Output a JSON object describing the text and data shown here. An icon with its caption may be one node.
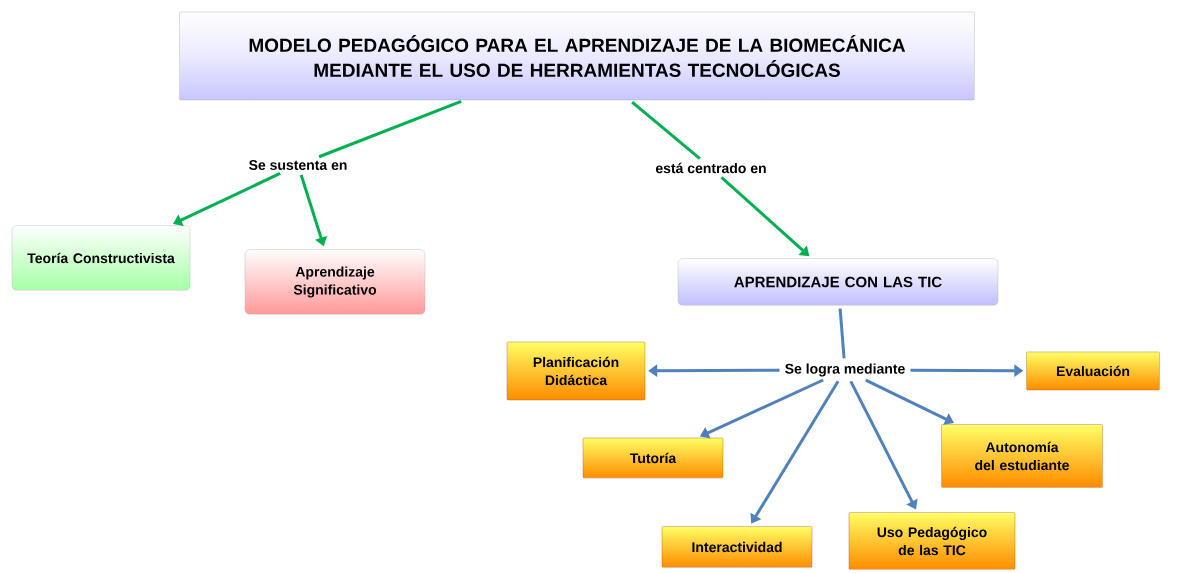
{
  "diagram": {
    "nodes": [
      {
        "text": [
          "MODELO PEDAGÓGICO PARA EL APRENDIZAJE DE LA BIOMECÁNICA MEDIANTE EL USO DE HERRAMIENTAS TECNOLÓGICAS"
        ]
      },
      {
        "text": [
          "Se sustenta en"
        ]
      },
      {
        "text": [
          "está centrado en"
        ]
      },
      {
        "text": [
          "Teoría Constructivista"
        ]
      },
      {
        "text": [
          "Aprendizaje Significativo"
        ]
      },
      {
        "text": [
          "APRENDIZAJE CON LAS TIC"
        ]
      },
      {
        "text": [
          "Se logra mediante"
        ]
      },
      {
        "text": [
          "Planificación Didáctica"
        ]
      },
      {
        "text": [
          "Evaluación"
        ]
      },
      {
        "text": [
          "Tutoría"
        ]
      },
      {
        "text": [
          "Autonomía del estudiante"
        ]
      },
      {
        "text": [
          "Interactividad"
        ]
      },
      {
        "text": [
          "Uso Pedagógico de las TIC"
        ]
      }
    ],
    "edges": [
      {
        "from": 0,
        "to": 1,
        "arrow": "none",
        "color": "#00b050"
      },
      {
        "from": 0,
        "to": 2,
        "arrow": "none",
        "color": "#00b050"
      },
      {
        "from": 1,
        "to": 3,
        "arrow": "to",
        "color": "#00b050"
      },
      {
        "from": 1,
        "to": 4,
        "arrow": "to",
        "color": "#00b050"
      },
      {
        "from": 2,
        "to": 5,
        "arrow": "to",
        "color": "#00b050"
      },
      {
        "from": 5,
        "to": 6,
        "arrow": "none"
      },
      {
        "from": 6,
        "to": 7,
        "arrow": "to"
      },
      {
        "from": 6,
        "to": 8,
        "arrow": "to"
      },
      {
        "from": 6,
        "to": 9,
        "arrow": "to"
      },
      {
        "from": 6,
        "to": 10,
        "arrow": "to"
      },
      {
        "from": 6,
        "to": 11,
        "arrow": "to"
      },
      {
        "from": 6,
        "to": 12,
        "arrow": "to"
      }
    ]
  }
}
